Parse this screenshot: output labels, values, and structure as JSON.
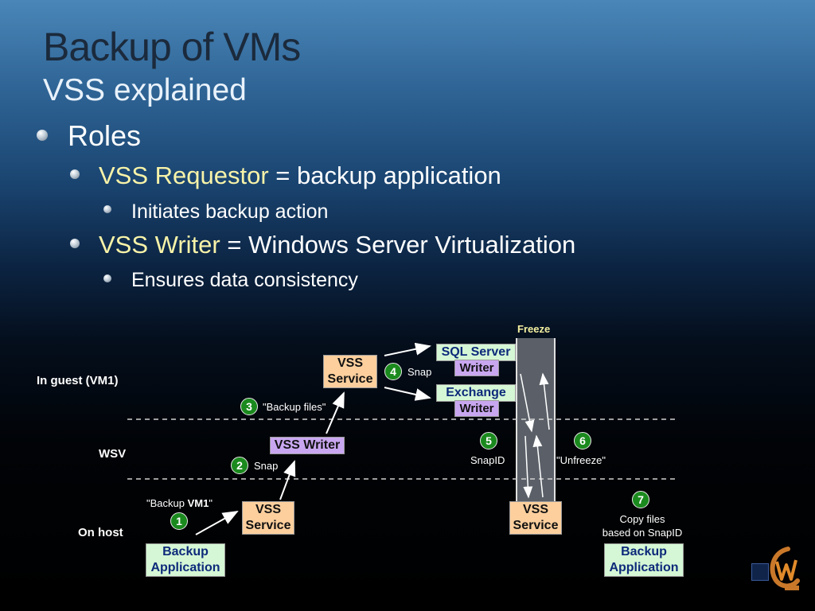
{
  "slide": {
    "title": "Backup of VMs",
    "subtitle": "VSS explained"
  },
  "bullets": {
    "roles": "Roles",
    "requestor_hl": "VSS Requestor",
    "requestor_rest": " = backup application",
    "initiates": "Initiates backup action",
    "writer_hl": "VSS Writer",
    "writer_rest": " = Windows Server Virtualization",
    "ensures": "Ensures data consistency"
  },
  "diagram": {
    "freeze_label": "Freeze",
    "lanes": {
      "guest": "In guest (VM1)",
      "wsv": "WSV",
      "host": "On host"
    },
    "boxes": {
      "vss_service_guest": [
        "VSS",
        "Service"
      ],
      "sql_writer": [
        "SQL Server",
        "Writer"
      ],
      "exchange_writer": [
        "Exchange",
        "Writer"
      ],
      "vss_writer": "VSS Writer",
      "vss_service_host_left": [
        "VSS",
        "Service"
      ],
      "vss_service_host_right": [
        "VSS",
        "Service"
      ],
      "backup_app_left": [
        "Backup",
        "Application"
      ],
      "backup_app_right": [
        "Backup",
        "Application"
      ]
    },
    "steps": {
      "s1": "1",
      "s2": "2",
      "s3": "3",
      "s4": "4",
      "s5": "5",
      "s6": "6",
      "s7": "7"
    },
    "annotations": {
      "backup_vm1_pre": "\"Backup ",
      "backup_vm1_bold": "VM1",
      "backup_vm1_post": "\"",
      "snap_wsv": "Snap",
      "backup_files": "\"Backup files\"",
      "snap_guest": "Snap",
      "snapid": "SnapID",
      "unfreeze": "\"Unfreeze\"",
      "copy_files": [
        "Copy files",
        "based on SnapID"
      ]
    },
    "colors": {
      "orange_box": "#fccf9d",
      "green_box": "#d5f7d5",
      "purple_box": "#c9a7f0",
      "step_circle": "#1b8a1e"
    }
  }
}
